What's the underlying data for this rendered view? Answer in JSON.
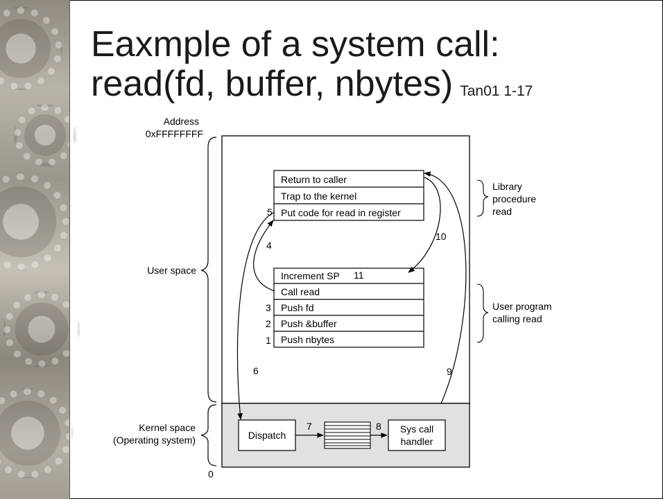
{
  "title": {
    "line1": "Eaxmple of a system call:",
    "line2": "read(fd, buffer, nbytes)",
    "reference": "Tan01 1-17"
  },
  "address": {
    "label": "Address",
    "top": "0xFFFFFFFF",
    "bottom": "0"
  },
  "regions": {
    "user_space": "User space",
    "kernel_space_line1": "Kernel space",
    "kernel_space_line2": "(Operating system)"
  },
  "library_procedure": {
    "annotation": [
      "Library",
      "procedure",
      "read"
    ],
    "rows": [
      "Return to caller",
      "Trap to the kernel",
      "Put code for read in register"
    ]
  },
  "user_program": {
    "annotation": [
      "User program",
      "calling read"
    ],
    "rows": [
      "Increment SP",
      "Call read",
      "Push fd",
      "Push &buffer",
      "Push nbytes"
    ]
  },
  "kernel": {
    "dispatch": "Dispatch",
    "handler_line1": "Sys call",
    "handler_line2": "handler"
  },
  "steps": {
    "s1": "1",
    "s2": "2",
    "s3": "3",
    "s4": "4",
    "s5": "5",
    "s6": "6",
    "s7": "7",
    "s8": "8",
    "s9": "9",
    "s10": "10",
    "s11": "11"
  }
}
